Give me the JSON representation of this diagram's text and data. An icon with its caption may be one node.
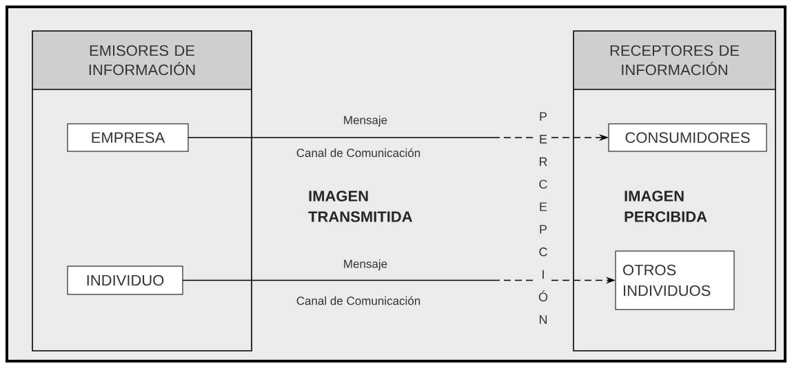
{
  "diagram": {
    "nodes": [
      {
        "text": [
          "EMISORES DE INFORMACIÓN"
        ]
      },
      {
        "text": [
          "EMPRESA"
        ],
        "in": 0
      },
      {
        "text": [
          "INDIVIDUO"
        ],
        "in": 0
      },
      {
        "text": [
          "RECEPTORES DE INFORMACIÓN"
        ]
      },
      {
        "text": [
          "CONSUMIDORES"
        ],
        "in": 3
      },
      {
        "text": [
          "OTROS INDIVIDUOS"
        ],
        "in": 3
      }
    ],
    "edges": [
      {
        "from": 1,
        "to": 4,
        "arrow": "to",
        "label": "Mensaje"
      },
      {
        "from": 2,
        "to": 5,
        "arrow": "to",
        "label": "Mensaje"
      }
    ],
    "labels": [
      "Canal de Comunicación",
      "IMAGEN TRANSMITIDA",
      "PERCEPCIÓN",
      "IMAGEN PERCIBIDA",
      "Canal de Comunicación"
    ]
  }
}
